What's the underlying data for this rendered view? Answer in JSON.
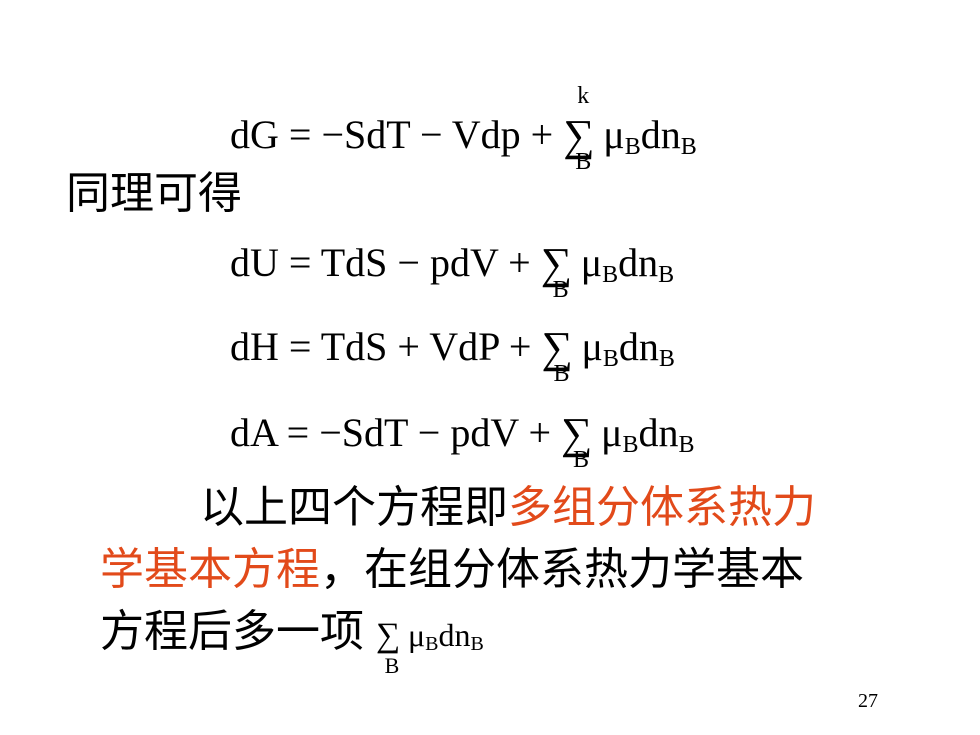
{
  "equations": {
    "g": {
      "lhs": "dG = −SdT − Vdp + ",
      "upper": "k",
      "lower": "B",
      "mu": "μ",
      "sub1": "B",
      "dn": "dn",
      "sub2": "B"
    },
    "u": {
      "lhs": "dU = TdS − pdV + ",
      "lower": "B",
      "mu": "μ",
      "sub1": "B",
      "dn": "dn",
      "sub2": "B"
    },
    "h": {
      "lhs": "dH = TdS + VdP + ",
      "lower": "B",
      "mu": "μ",
      "sub1": "B",
      "dn": "dn",
      "sub2": "B"
    },
    "a": {
      "lhs": "dA = −SdT − pdV + ",
      "lower": "B",
      "mu": "μ",
      "sub1": "B",
      "dn": "dn",
      "sub2": "B"
    }
  },
  "sigma": "∑",
  "text": {
    "similarly": "同理可得",
    "line1_black": "以上四个方程即",
    "line1_red": "多组分体系热力",
    "line2_red": "学基本方程",
    "line2_black": "，在组分体系热力学基本",
    "line3_black": "方程后多一项",
    "term": {
      "lower": "B",
      "mu": "μ",
      "sub1": "B",
      "dn": "dn",
      "sub2": "B"
    }
  },
  "page_number": "27",
  "colors": {
    "accent_red": "#e24a1a",
    "text": "#000000",
    "background": "#ffffff"
  }
}
